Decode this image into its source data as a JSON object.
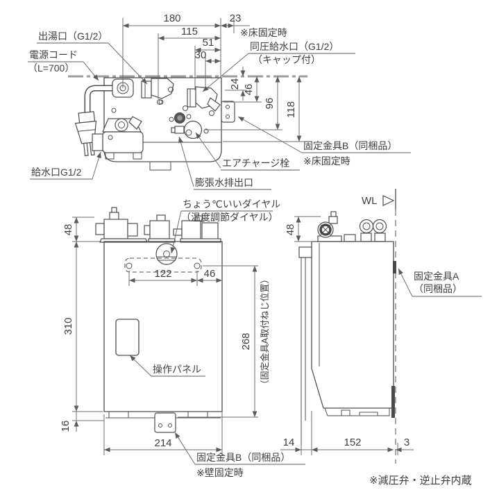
{
  "top_view": {
    "dim_180": "180",
    "dim_115": "115",
    "dim_51": "51",
    "dim_30": "30",
    "dim_23": "23",
    "dim_24": "24",
    "dim_46": "46",
    "dim_96": "96",
    "dim_118": "118",
    "label_hot_water_outlet": "出湯口（G1/2）",
    "label_power_cord_line1": "電源コード",
    "label_power_cord_line2": "（L=700）",
    "label_water_inlet": "給水口G1/2",
    "label_floor_fixing_note": "※床固定時",
    "label_equal_pressure_inlet_line1": "同圧給水口（G1/2）",
    "label_equal_pressure_inlet_line2": "（キャップ付）",
    "label_air_charge_plug": "エアチャージ栓",
    "label_expansion_water_outlet": "膨張水排出口",
    "label_bracket_b": "固定金具B（同梱品）",
    "label_bracket_b_note": "※床固定時"
  },
  "front_view": {
    "dim_48": "48",
    "dim_310": "310",
    "dim_16": "16",
    "dim_214": "214",
    "dim_122": "122",
    "dim_46": "46",
    "dim_268": "268",
    "label_dial_line1": "ちょう℃いいダイヤル",
    "label_dial_line2": "（温度調節ダイヤル）",
    "label_control_panel": "操作パネル",
    "label_bracket_a_screw_position": "（固定金具A取付ねじ位置）",
    "label_bracket_b": "固定金具B（同梱品）",
    "label_bracket_b_note": "※壁固定時"
  },
  "side_view": {
    "dim_48": "48",
    "dim_14": "14",
    "dim_152": "152",
    "dim_3": "3",
    "label_wall_line": "WL",
    "label_bracket_a_line1": "固定金具A",
    "label_bracket_a_line2": "（同梱品）",
    "footnote": "※減圧弁・逆止弁内蔵"
  }
}
